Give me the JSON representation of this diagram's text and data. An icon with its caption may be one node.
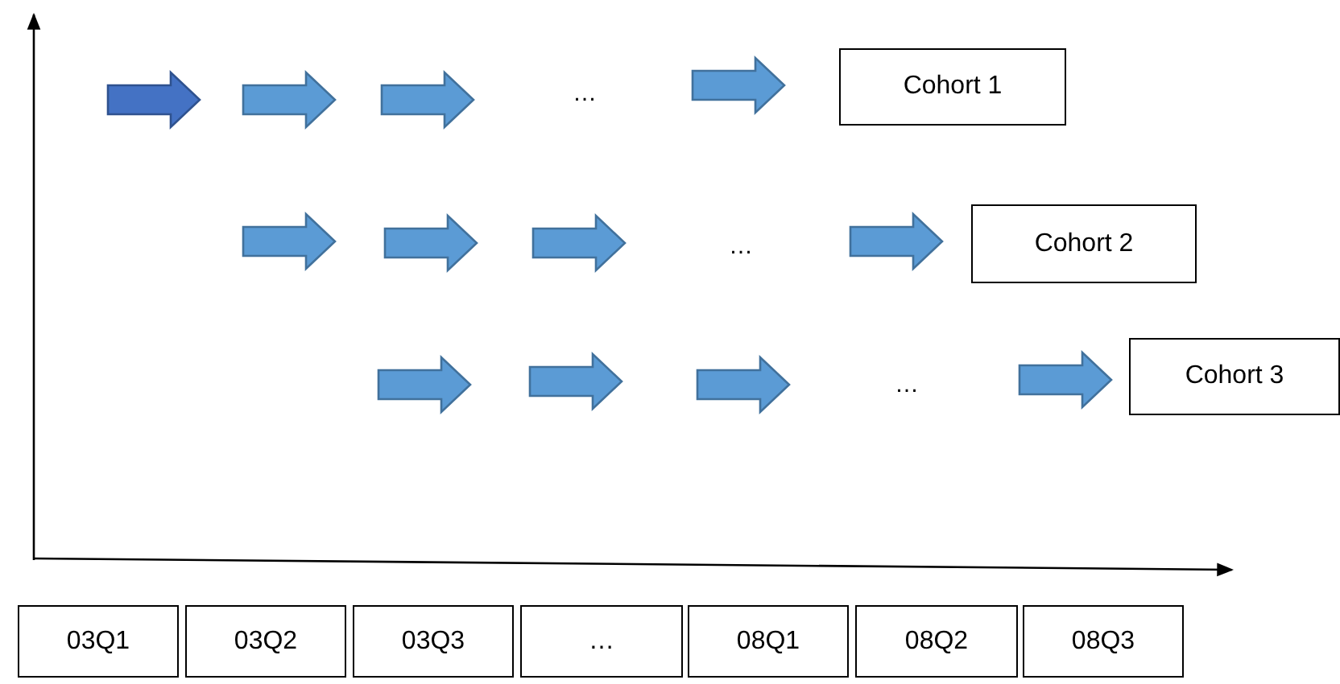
{
  "diagram": {
    "nodes": [
      {
        "text": [
          "Cohort 1"
        ]
      },
      {
        "text": [
          "Cohort 2"
        ]
      },
      {
        "text": [
          "Cohort 3"
        ]
      },
      {
        "text": [
          "03Q1"
        ]
      },
      {
        "text": [
          "03Q2"
        ]
      },
      {
        "text": [
          "03Q3"
        ]
      },
      {
        "text": [
          "…"
        ]
      },
      {
        "text": [
          "08Q1"
        ]
      },
      {
        "text": [
          "08Q2"
        ]
      },
      {
        "text": [
          "08Q3"
        ]
      }
    ],
    "labels": [
      "…",
      "…",
      "…"
    ]
  }
}
